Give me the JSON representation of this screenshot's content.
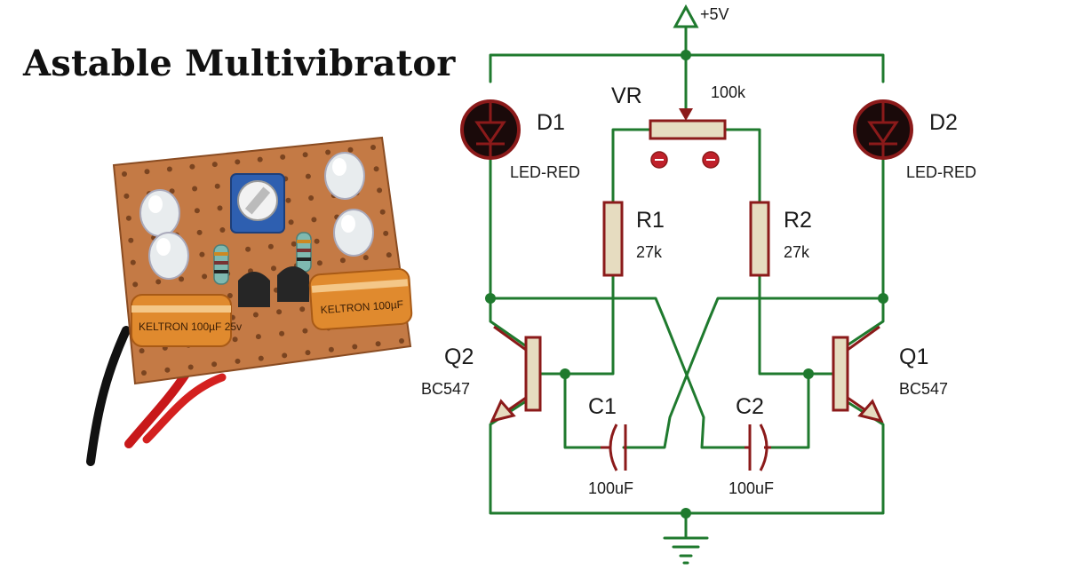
{
  "title": "Astable Multivibrator",
  "colors": {
    "wire": "#1f7a2e",
    "component": "#8b1a1a",
    "component_fill": "#e6dcc0",
    "led_body": "#1a0a0a",
    "board": "#c47a45"
  },
  "icons": {
    "supply": "power-supply-arrow-icon",
    "ground": "ground-symbol-icon",
    "led": "led-diode-icon",
    "photo": "circuit-board-photo-illustration"
  },
  "components": {
    "supply": "+5V",
    "vr": {
      "ref": "VR",
      "value": "100k"
    },
    "d1": {
      "ref": "D1",
      "value": "LED-RED"
    },
    "d2": {
      "ref": "D2",
      "value": "LED-RED"
    },
    "r1": {
      "ref": "R1",
      "value": "27k"
    },
    "r2": {
      "ref": "R2",
      "value": "27k"
    },
    "q1": {
      "ref": "Q1",
      "value": "BC547"
    },
    "q2": {
      "ref": "Q2",
      "value": "BC547"
    },
    "c1": {
      "ref": "C1",
      "value": "100uF"
    },
    "c2": {
      "ref": "C2",
      "value": "100uF"
    }
  },
  "photo": {
    "cap_left_text": "KELTRON 100µF 25v",
    "cap_right_text": "KELTRON 100µF"
  }
}
